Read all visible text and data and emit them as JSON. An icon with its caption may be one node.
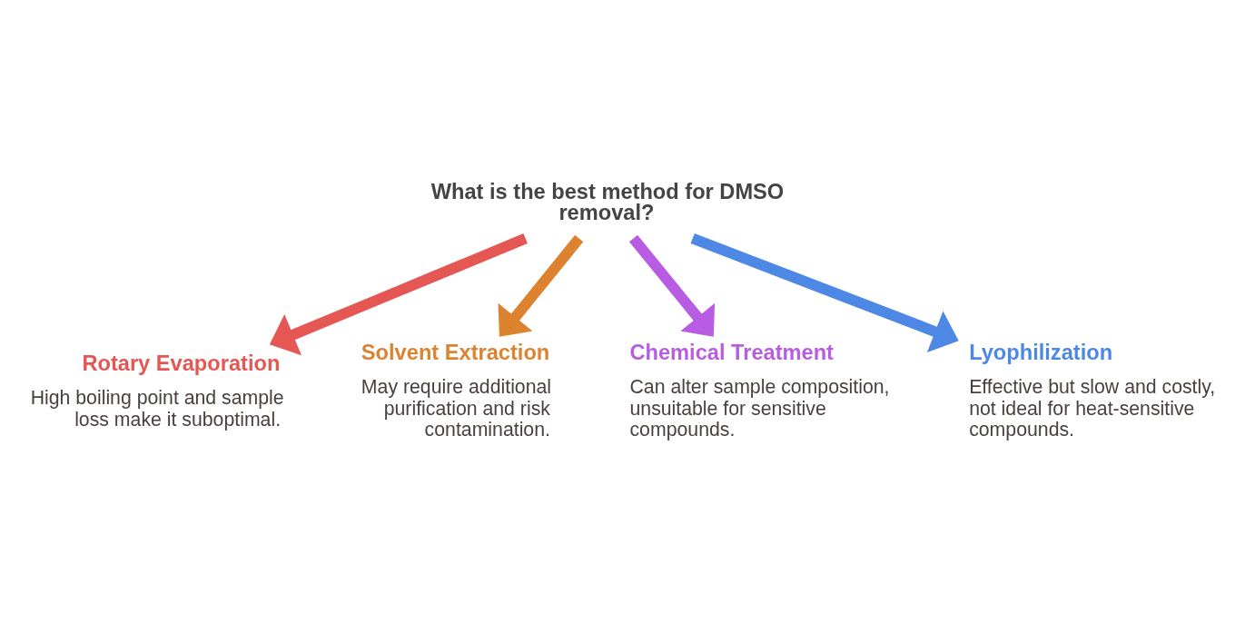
{
  "diagram": {
    "nodes": [
      {
        "text": [
          "What is the best method for DMSO removal?"
        ]
      },
      {
        "text": [
          "Rotary Evaporation",
          "High boiling point and sample loss make it suboptimal."
        ]
      },
      {
        "text": [
          "Lyophilization",
          "Effective but slow and costly, not ideal for heat-sensitive compounds."
        ]
      },
      {
        "text": [
          "Solvent Extraction",
          "May require additional purification and risk contamination."
        ]
      },
      {
        "text": [
          "Chemical Treatment",
          "Can alter sample composition, unsuitable for sensitive compounds."
        ]
      }
    ],
    "edges": [
      {
        "from": 0,
        "to": 1,
        "arrow": "to",
        "color": "#e55753"
      },
      {
        "from": 0,
        "to": 3,
        "arrow": "to",
        "color": "#dd8330"
      },
      {
        "from": 0,
        "to": 4,
        "arrow": "to",
        "color": "#b85de3"
      },
      {
        "from": 0,
        "to": 2,
        "arrow": "to",
        "color": "#4d88e5"
      }
    ]
  }
}
